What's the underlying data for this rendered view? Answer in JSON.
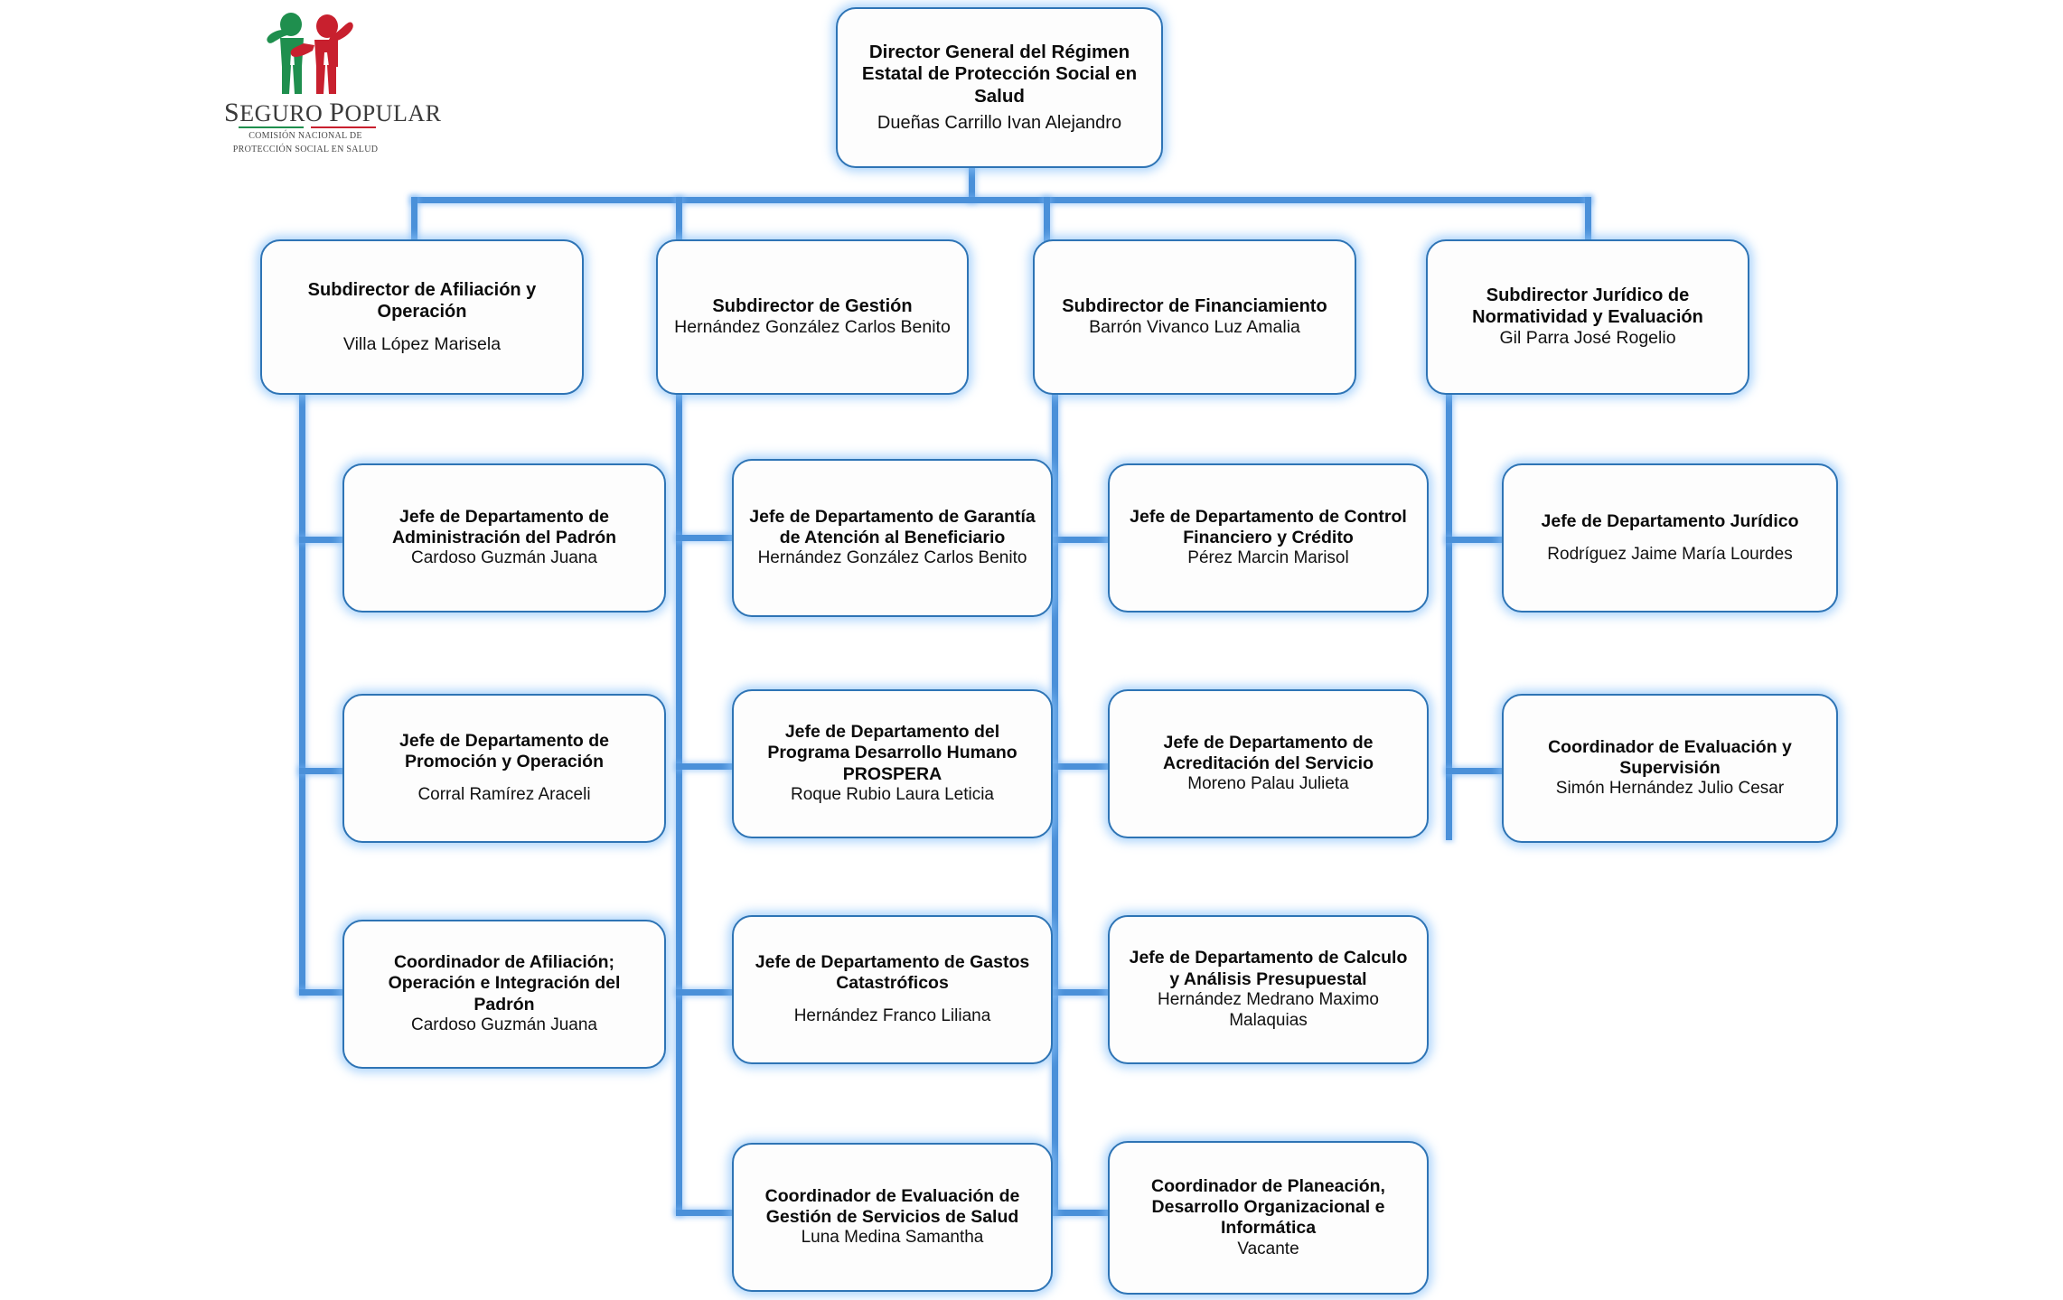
{
  "logo": {
    "name": "seguro-popular-logo",
    "wordmark_first": "S",
    "wordmark_rest_1": "EGURO ",
    "wordmark_cap2": "P",
    "wordmark_rest_2": "OPULAR",
    "subtitle_line1": "COMISIÓN NACIONAL DE",
    "subtitle_line2": "PROTECCIÓN SOCIAL EN SALUD",
    "figure_green_color": "#1f8f4e",
    "figure_red_color": "#c8202e"
  },
  "theme": {
    "node_border": "#2e74b5",
    "connector": "#4a90d9",
    "node_fill": "#fdfdfd",
    "glow": "#8cc3fa"
  },
  "chart_data": {
    "type": "org-chart",
    "title": "Organigrama Régimen Estatal de Protección Social en Salud",
    "root": {
      "id": "director-general",
      "title": "Director General del Régimen Estatal de Protección Social en Salud",
      "person": "Dueñas Carrillo Ivan Alejandro"
    },
    "branches": [
      {
        "id": "subdireccion-afiliacion-operacion",
        "title": "Subdirector de Afiliación y Operación",
        "person": "Villa López Marisela",
        "children": [
          {
            "id": "jd-administracion-padron",
            "title": "Jefe de Departamento de Administración del Padrón",
            "person": "Cardoso Guzmán Juana"
          },
          {
            "id": "jd-promocion-operacion",
            "title": "Jefe de Departamento de Promoción y Operación",
            "person": "Corral Ramírez Araceli"
          },
          {
            "id": "coord-afiliacion-operacion-integracion-padron",
            "title": "Coordinador de Afiliación; Operación e Integración del Padrón",
            "person": "Cardoso Guzmán Juana"
          }
        ]
      },
      {
        "id": "subdireccion-gestion",
        "title": "Subdirector de Gestión",
        "person": "Hernández González Carlos Benito",
        "children": [
          {
            "id": "jd-garantia-atencion-beneficiario",
            "title": "Jefe de Departamento de Garantía de Atención al Beneficiario",
            "person": "Hernández González Carlos Benito"
          },
          {
            "id": "jd-programa-desarrollo-humano-prospera",
            "title": "Jefe de Departamento del Programa Desarrollo Humano PROSPERA",
            "person": "Roque Rubio Laura Leticia"
          },
          {
            "id": "jd-gastos-catastroficos",
            "title": "Jefe de Departamento de Gastos Catastróficos",
            "person": "Hernández Franco Liliana"
          },
          {
            "id": "coord-evaluacion-gestion-servicios-salud",
            "title": "Coordinador de Evaluación de Gestión de Servicios de Salud",
            "person": "Luna Medina Samantha"
          }
        ]
      },
      {
        "id": "subdireccion-financiamiento",
        "title": "Subdirector de Financiamiento",
        "person": "Barrón Vivanco Luz Amalia",
        "children": [
          {
            "id": "jd-control-financiero-credito",
            "title": "Jefe de Departamento de Control Financiero y Crédito",
            "person": "Pérez Marcin Marisol"
          },
          {
            "id": "jd-acreditacion-servicio",
            "title": "Jefe de Departamento de Acreditación del Servicio",
            "person": "Moreno Palau Julieta"
          },
          {
            "id": "jd-calculo-analisis-presupuestal",
            "title": "Jefe de Departamento de Calculo y Análisis Presupuestal",
            "person": "Hernández Medrano Maximo Malaquias"
          },
          {
            "id": "coord-planeacion-desarrollo-organizacional-informatica",
            "title": "Coordinador de Planeación, Desarrollo Organizacional e Informática",
            "person": "Vacante"
          }
        ]
      },
      {
        "id": "subdireccion-juridica-normatividad-evaluacion",
        "title": "Subdirector Jurídico de Normatividad y Evaluación",
        "person": "Gil Parra José Rogelio",
        "children": [
          {
            "id": "jd-juridico",
            "title": "Jefe de Departamento Jurídico",
            "person": "Rodríguez Jaime María Lourdes"
          },
          {
            "id": "coord-evaluacion-supervision",
            "title": "Coordinador de Evaluación y Supervisión",
            "person": "Simón Hernández Julio Cesar"
          }
        ]
      }
    ]
  }
}
